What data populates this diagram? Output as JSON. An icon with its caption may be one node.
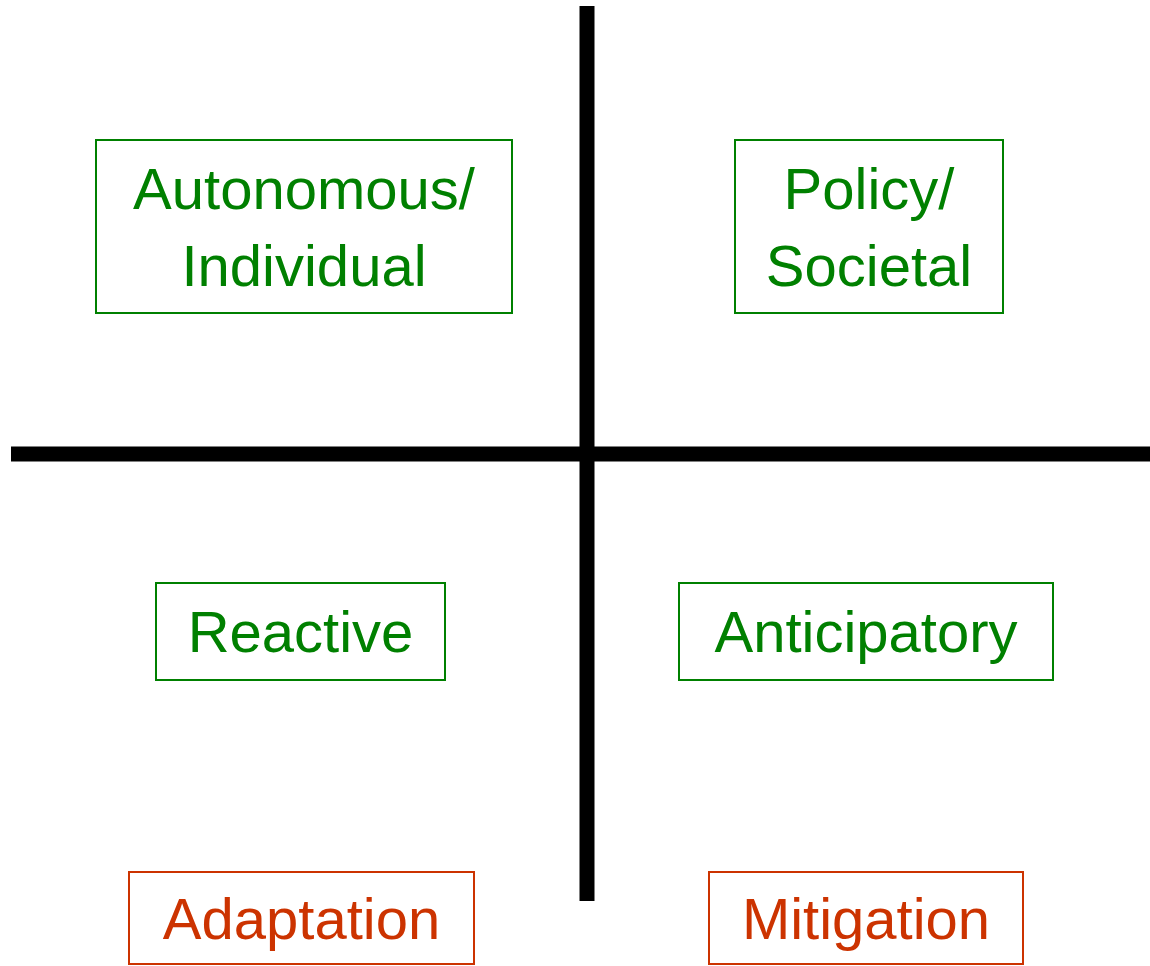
{
  "diagram": {
    "nodes": [
      {
        "text": [
          "Autonomous/ Individual"
        ]
      },
      {
        "text": [
          "Policy/ Societal"
        ]
      },
      {
        "text": [
          "Reactive"
        ]
      },
      {
        "text": [
          "Anticipatory"
        ]
      },
      {
        "text": [
          "Adaptation"
        ]
      },
      {
        "text": [
          "Mitigation"
        ]
      }
    ]
  }
}
